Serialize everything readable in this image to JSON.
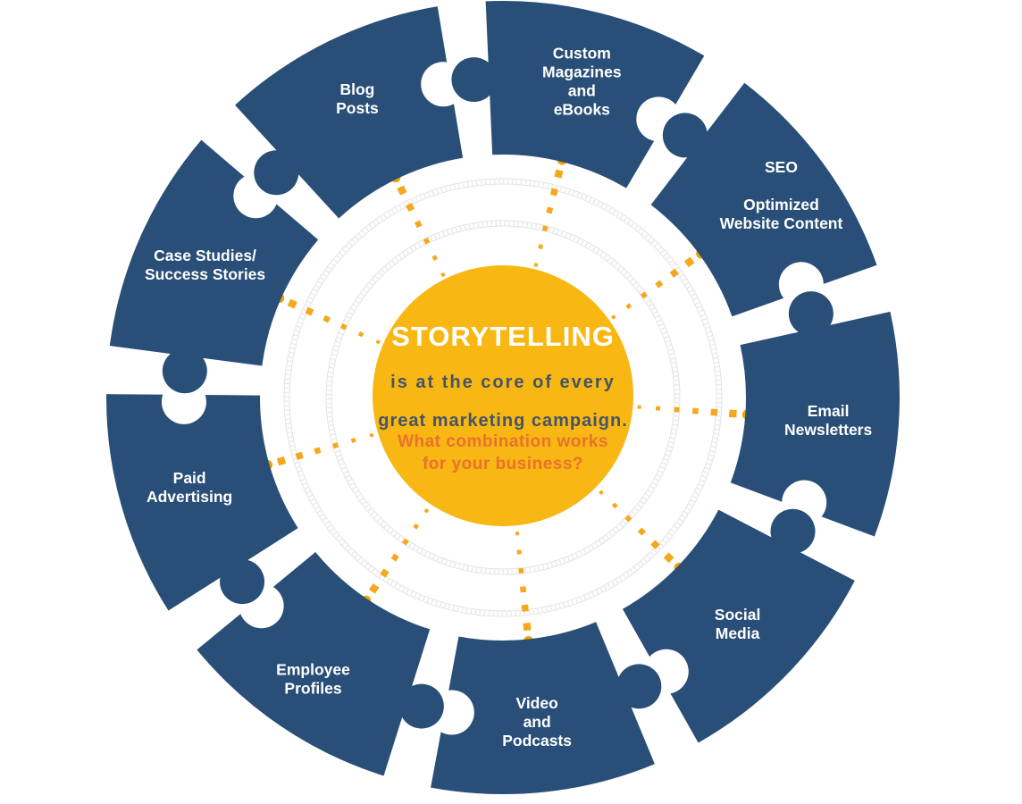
{
  "diagram_title": "Storytelling marketing puzzle infographic",
  "colors": {
    "background": "#ffffff",
    "piece_fill": "#294F78",
    "piece_label": "#FFFFFF",
    "center_circle": "#F8B713",
    "center_title": "#FFFFFF",
    "center_body_text": "#44546A",
    "center_question_text": "#E8722E",
    "ray_dot": "#F5A81B",
    "ray_end_dot": "#F0A202",
    "ring_rail": "#E3E3E3",
    "ring_hatch": "#EBEBEB"
  },
  "center": {
    "title": "STORYTELLING",
    "body_line1": "is at the core of every",
    "body_line2": "great marketing campaign.",
    "question_line1": "What combination works",
    "question_line2": "for your business?"
  },
  "pieces": [
    {
      "id": "custom-magazines-ebooks",
      "label": "Custom Magazines and eBooks",
      "lines": [
        "Custom",
        "Magazines",
        "and",
        "eBooks"
      ],
      "angle": -76
    },
    {
      "id": "seo-optimized-website-content",
      "label": "SEO Optimized Website Content",
      "lines": [
        "SEO",
        "",
        "Optimized",
        "Website Content"
      ],
      "angle": -36
    },
    {
      "id": "email-newsletters",
      "label": "Email Newsletters",
      "lines": [
        "Email",
        "Newsletters"
      ],
      "angle": 4
    },
    {
      "id": "social-media",
      "label": "Social Media",
      "lines": [
        "Social",
        "Media"
      ],
      "angle": 44
    },
    {
      "id": "video-and-podcasts",
      "label": "Video and Podcasts",
      "lines": [
        "Video",
        "and",
        "Podcasts"
      ],
      "angle": 84
    },
    {
      "id": "employee-profiles",
      "label": "Employee Profiles",
      "lines": [
        "Employee",
        "Profiles"
      ],
      "angle": 124
    },
    {
      "id": "paid-advertising",
      "label": "Paid Advertising",
      "lines": [
        "Paid",
        "Advertising"
      ],
      "angle": 164
    },
    {
      "id": "case-studies-success-stories",
      "label": "Case Studies/Success Stories",
      "lines": [
        "Case Studies/",
        "Success Stories"
      ],
      "angle": 204
    },
    {
      "id": "blog-posts",
      "label": "Blog Posts",
      "lines": [
        "Blog",
        "Posts"
      ],
      "angle": 244
    }
  ]
}
